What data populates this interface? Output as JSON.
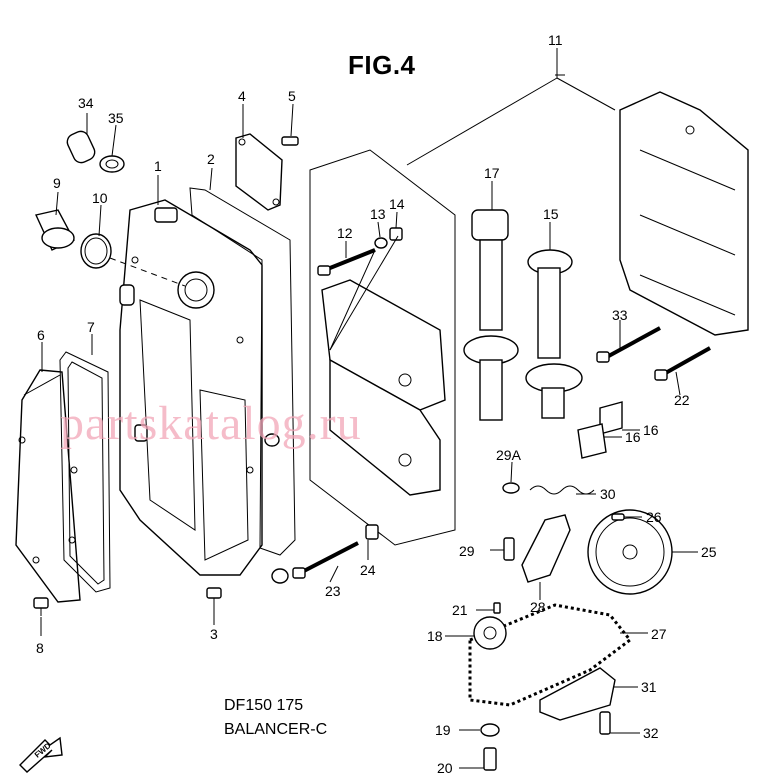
{
  "figure": {
    "title": "FIG.4",
    "model": "DF150 175",
    "section": "BALANCER-C",
    "watermark": "partskatalog.ru",
    "fwd_label": "FWD"
  },
  "callouts": [
    {
      "id": "c1",
      "label": "1"
    },
    {
      "id": "c2",
      "label": "2"
    },
    {
      "id": "c3",
      "label": "3"
    },
    {
      "id": "c4",
      "label": "4"
    },
    {
      "id": "c5",
      "label": "5"
    },
    {
      "id": "c6",
      "label": "6"
    },
    {
      "id": "c7",
      "label": "7"
    },
    {
      "id": "c8",
      "label": "8"
    },
    {
      "id": "c9",
      "label": "9"
    },
    {
      "id": "c10",
      "label": "10"
    },
    {
      "id": "c11",
      "label": "11"
    },
    {
      "id": "c12",
      "label": "12"
    },
    {
      "id": "c13",
      "label": "13"
    },
    {
      "id": "c14",
      "label": "14"
    },
    {
      "id": "c15",
      "label": "15"
    },
    {
      "id": "c16a",
      "label": "16"
    },
    {
      "id": "c16b",
      "label": "16"
    },
    {
      "id": "c17",
      "label": "17"
    },
    {
      "id": "c18",
      "label": "18"
    },
    {
      "id": "c19",
      "label": "19"
    },
    {
      "id": "c20",
      "label": "20"
    },
    {
      "id": "c21",
      "label": "21"
    },
    {
      "id": "c22",
      "label": "22"
    },
    {
      "id": "c23",
      "label": "23"
    },
    {
      "id": "c24",
      "label": "24"
    },
    {
      "id": "c25",
      "label": "25"
    },
    {
      "id": "c26",
      "label": "26"
    },
    {
      "id": "c27",
      "label": "27"
    },
    {
      "id": "c28",
      "label": "28"
    },
    {
      "id": "c29",
      "label": "29"
    },
    {
      "id": "c29A",
      "label": "29A"
    },
    {
      "id": "c30",
      "label": "30"
    },
    {
      "id": "c31",
      "label": "31"
    },
    {
      "id": "c32",
      "label": "32"
    },
    {
      "id": "c33",
      "label": "33"
    },
    {
      "id": "c34",
      "label": "34"
    },
    {
      "id": "c35",
      "label": "35"
    }
  ]
}
